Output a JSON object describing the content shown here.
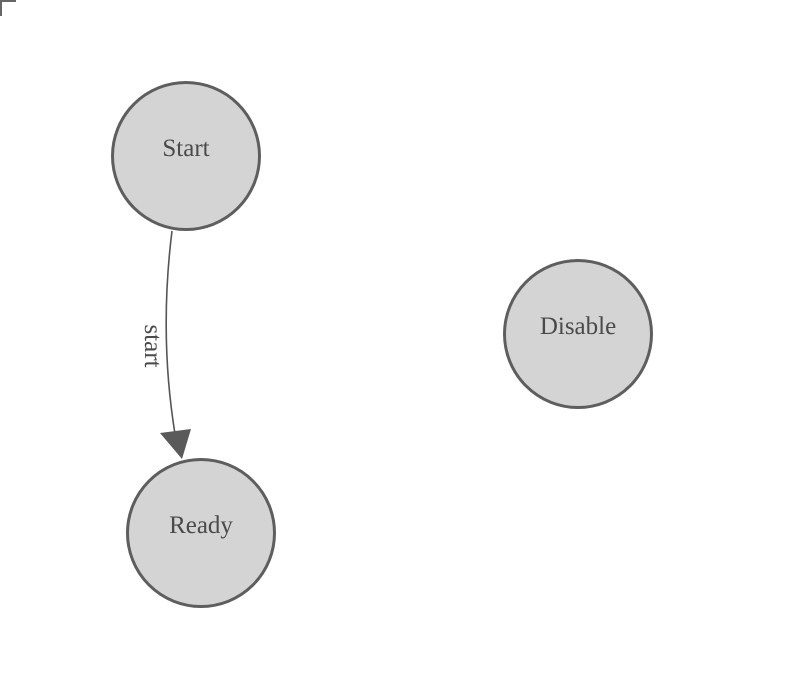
{
  "canvas": {
    "background_color": "#ffffff",
    "corner_mark": "top-left-corner-bracket",
    "corner_mark_color": "#666666"
  },
  "palette": {
    "node_fill": "#d4d4d4",
    "node_stroke": "#5e5e5e",
    "edge_color": "#555555",
    "label_color": "#4a4a4a"
  },
  "diagram": {
    "type": "state-diagram",
    "nodes": [
      {
        "id": "start",
        "label": "Start"
      },
      {
        "id": "ready",
        "label": "Ready"
      },
      {
        "id": "disable",
        "label": "Disable"
      }
    ],
    "edges": [
      {
        "from": "start",
        "to": "ready",
        "label": "start"
      }
    ]
  }
}
